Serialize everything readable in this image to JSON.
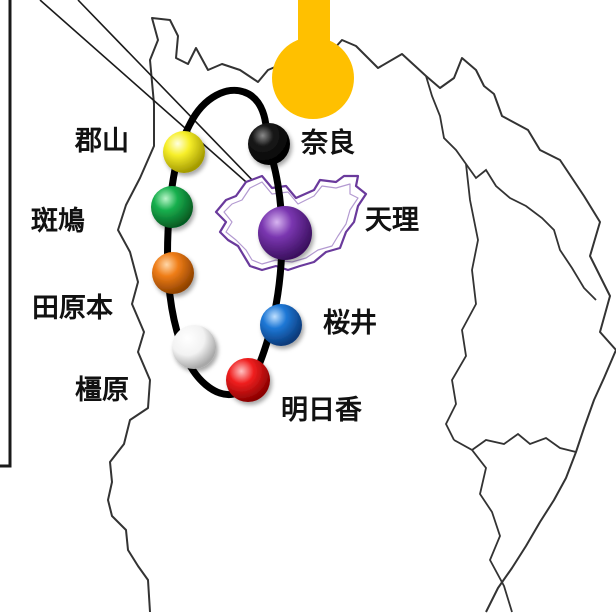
{
  "places": {
    "nara": {
      "label": "奈良",
      "color": "#111111"
    },
    "tenri": {
      "label": "天理",
      "color": "#6a2c9c"
    },
    "sakurai": {
      "label": "桜井",
      "color": "#1366c4"
    },
    "asuka": {
      "label": "明日香",
      "color": "#e41b17"
    },
    "kashihara": {
      "label": "橿原",
      "color": "#ffffff"
    },
    "tawaramoto": {
      "label": "田原本",
      "color": "#e87511"
    },
    "ikaruga": {
      "label": "斑鳩",
      "color": "#15a84a"
    },
    "koriyama": {
      "label": "郡山",
      "color": "#f5ec1e"
    }
  },
  "colors": {
    "route": "#000000",
    "tenri_outline": "#6a3a9c",
    "pin": "#ffc000",
    "border": "#333333"
  }
}
